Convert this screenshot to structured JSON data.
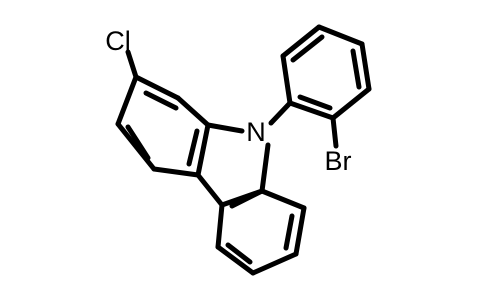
{
  "molecule": {
    "atoms": {
      "chlorine": "Cl",
      "nitrogen": "N",
      "bromine": "Br"
    }
  }
}
